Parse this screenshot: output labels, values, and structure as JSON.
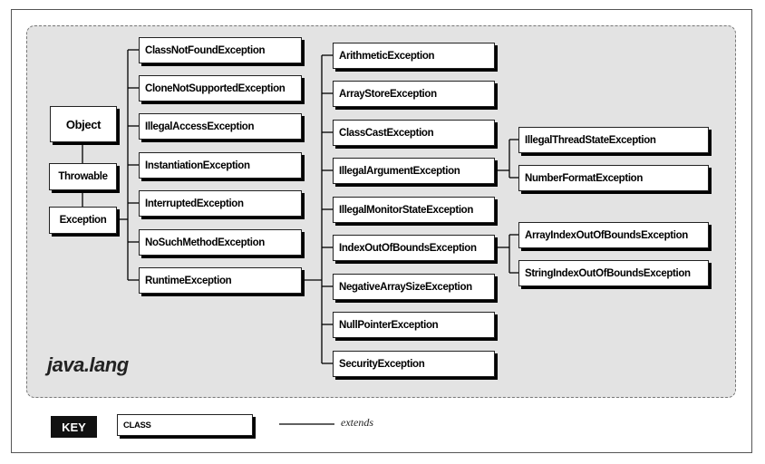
{
  "package_label": "java.lang",
  "nodes": {
    "object": "Object",
    "throwable": "Throwable",
    "exception": "Exception",
    "exception_subclasses": [
      "ClassNotFoundException",
      "CloneNotSupportedException",
      "IllegalAccessException",
      "InstantiationException",
      "InterruptedException",
      "NoSuchMethodException",
      "RuntimeException"
    ],
    "runtime_subclasses": [
      "ArithmeticException",
      "ArrayStoreException",
      "ClassCastException",
      "IllegalArgumentException",
      "IllegalMonitorStateException",
      "IndexOutOfBoundsException",
      "NegativeArraySizeException",
      "NullPointerException",
      "SecurityException"
    ],
    "illegal_argument_subclasses": [
      "IllegalThreadStateException",
      "NumberFormatException"
    ],
    "index_out_of_bounds_subclasses": [
      "ArrayIndexOutOfBoundsException",
      "StringIndexOutOfBoundsException"
    ]
  },
  "key": {
    "label": "KEY",
    "class_label": "CLASS",
    "extends_label": "extends"
  }
}
